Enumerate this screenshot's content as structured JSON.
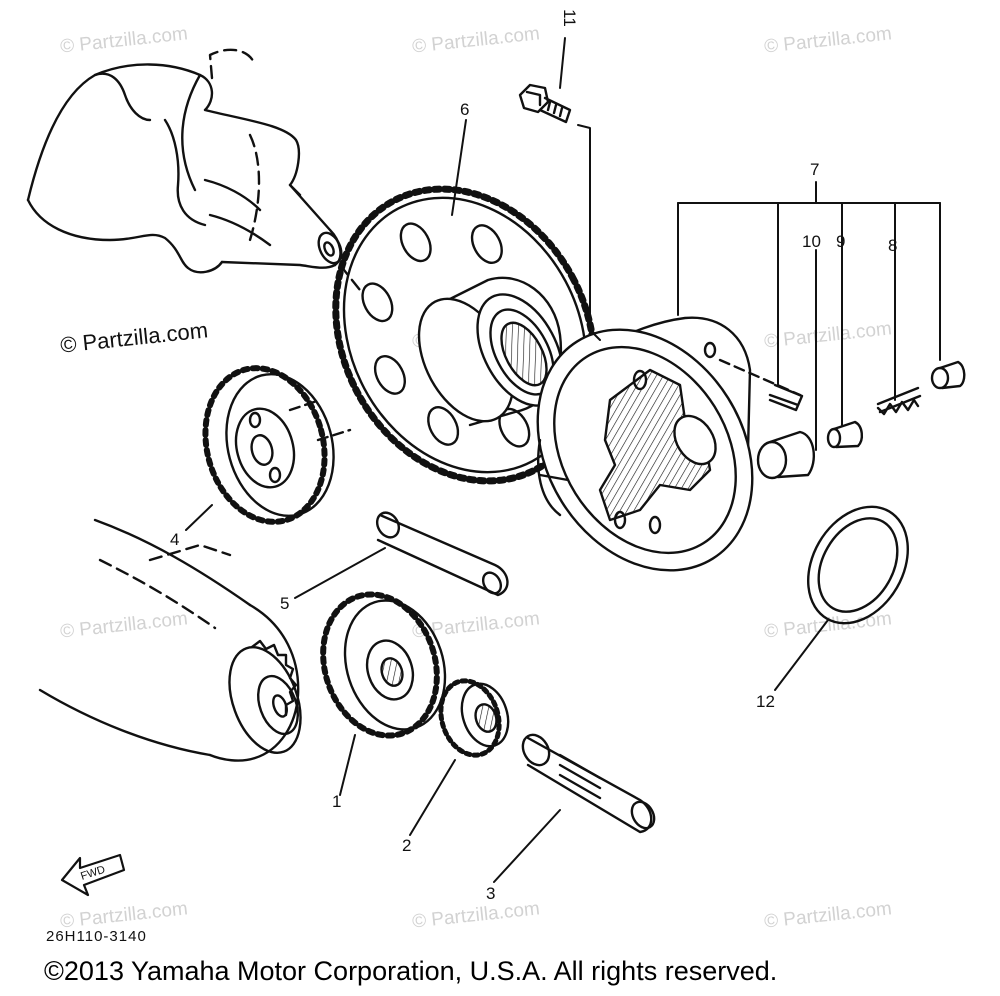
{
  "watermark": "© Partzilla.com",
  "callouts": {
    "p1": "1",
    "p2": "2",
    "p3": "3",
    "p4": "4",
    "p5": "5",
    "p6": "6",
    "p7": "7",
    "p8": "8",
    "p9": "9",
    "p10": "10",
    "p11": "11",
    "p12": "12"
  },
  "fwd_label": "FWD",
  "diagram_code": "26H110-3140",
  "copyright": "©2013 Yamaha Motor Corporation, U.S.A. All rights reserved."
}
